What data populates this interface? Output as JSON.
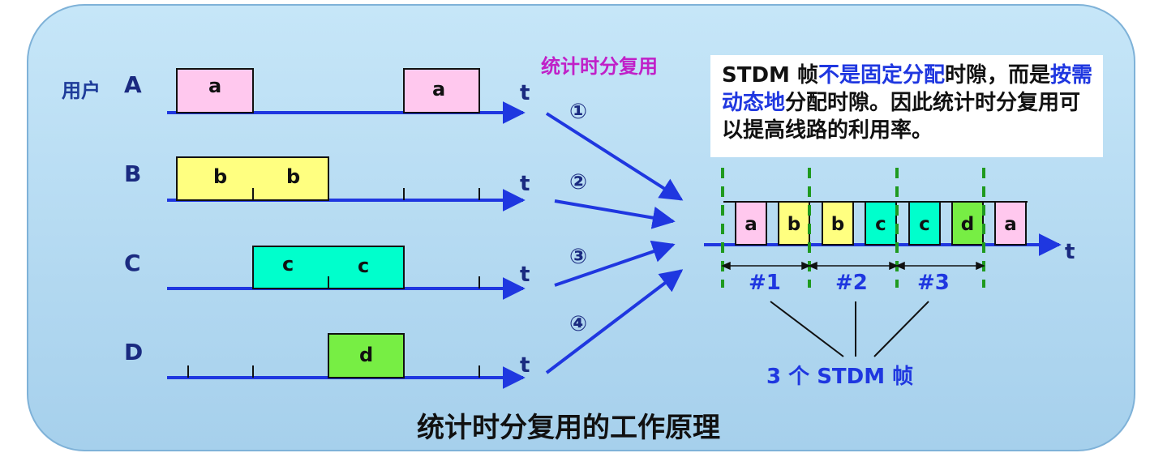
{
  "title": "统计时分复用的工作原理",
  "method_label": "统计时分复用",
  "users_label": "用户",
  "time_label": "t",
  "note": {
    "p1": "STDM 帧",
    "h1": "不是固定分配",
    "p2": "时隙，而是",
    "h2": "按需动态地",
    "p3": "分配时隙。因此统计时分复用可以提高线路的利用率。"
  },
  "users": [
    {
      "name": "A",
      "color": "#ffc8ee",
      "blocks": [
        {
          "label": "a"
        },
        {
          "label": "a"
        }
      ]
    },
    {
      "name": "B",
      "color": "#ffff80",
      "blocks": [
        {
          "label": "b"
        },
        {
          "label": "b"
        }
      ]
    },
    {
      "name": "C",
      "color": "#00ffcc",
      "blocks": [
        {
          "label": "c"
        },
        {
          "label": "c"
        }
      ]
    },
    {
      "name": "D",
      "color": "#77ee44",
      "blocks": [
        {
          "label": "d"
        }
      ]
    }
  ],
  "arrow_numbers": [
    "①",
    "②",
    "③",
    "④"
  ],
  "stdm_slots": [
    {
      "label": "a",
      "color": "#ffc8ee"
    },
    {
      "label": "b",
      "color": "#ffff80"
    },
    {
      "label": "b",
      "color": "#ffff80"
    },
    {
      "label": "c",
      "color": "#00ffcc"
    },
    {
      "label": "c",
      "color": "#00ffcc"
    },
    {
      "label": "d",
      "color": "#77ee44"
    },
    {
      "label": "a",
      "color": "#ffc8ee"
    }
  ],
  "frames": [
    "#1",
    "#2",
    "#3"
  ],
  "frames_caption": "3 个 STDM 帧"
}
